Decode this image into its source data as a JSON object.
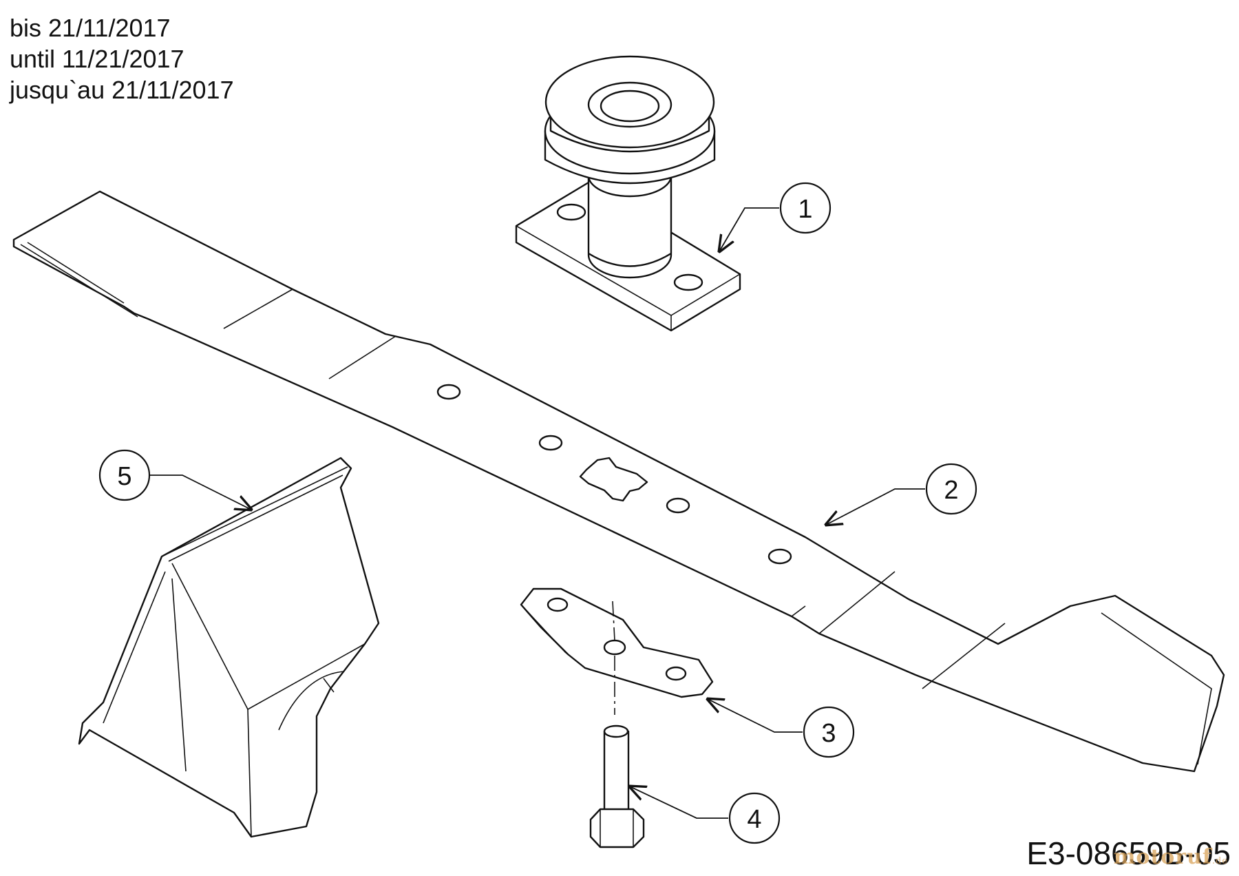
{
  "validity": {
    "line_de": "bis 21/11/2017",
    "line_en": "until 11/21/2017",
    "line_fr": "jusqu`au 21/11/2017"
  },
  "drawing_code": "E3-08659B-05",
  "watermark": {
    "brand": "motoruf",
    "suffix": ".de"
  },
  "callouts": [
    {
      "number": "1",
      "part": "blade-adapter-pulley"
    },
    {
      "number": "2",
      "part": "mower-blade"
    },
    {
      "number": "3",
      "part": "blade-holder-plate"
    },
    {
      "number": "4",
      "part": "hex-bolt"
    },
    {
      "number": "5",
      "part": "mulch-plug-deflector"
    }
  ]
}
